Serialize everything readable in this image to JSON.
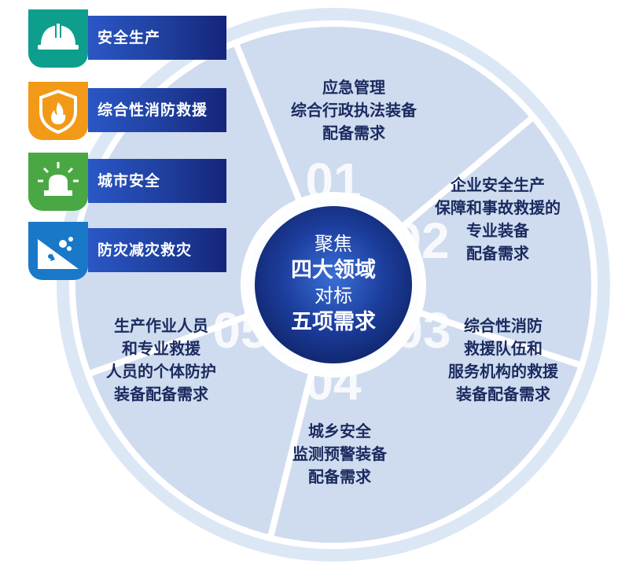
{
  "sidebar": {
    "items": [
      {
        "label": "安全生产",
        "icon": "helmet-icon",
        "color": "#0e9e8e"
      },
      {
        "label": "综合性消防救援",
        "icon": "fire-shield-icon",
        "color": "#f29a17"
      },
      {
        "label": "城市安全",
        "icon": "alarm-light-icon",
        "color": "#49a843"
      },
      {
        "label": "防灾减灾救灾",
        "icon": "landslide-icon",
        "color": "#1a78c8"
      }
    ]
  },
  "center": {
    "line1": "聚焦",
    "line2": "四大领域",
    "line3": "对标",
    "line4": "五项需求"
  },
  "segments": [
    {
      "num": "01",
      "lines": [
        "应急管理",
        "综合行政执法装备",
        "配备需求"
      ]
    },
    {
      "num": "02",
      "lines": [
        "企业安全生产",
        "保障和事故救援的",
        "专业装备",
        "配备需求"
      ]
    },
    {
      "num": "03",
      "lines": [
        "综合性消防",
        "救援队伍和",
        "服务机构的救援",
        "装备配备需求"
      ]
    },
    {
      "num": "04",
      "lines": [
        "城乡安全",
        "监测预警装备",
        "配备需求"
      ]
    },
    {
      "num": "05",
      "lines": [
        "生产作业人员",
        "和专业救援",
        "人员的个体防护",
        "装备配备需求"
      ]
    }
  ],
  "colors": {
    "ring": "#dbe6f6",
    "segment": "#cfdcef",
    "divider": "#ffffff",
    "accent": "#1f3f9e"
  }
}
